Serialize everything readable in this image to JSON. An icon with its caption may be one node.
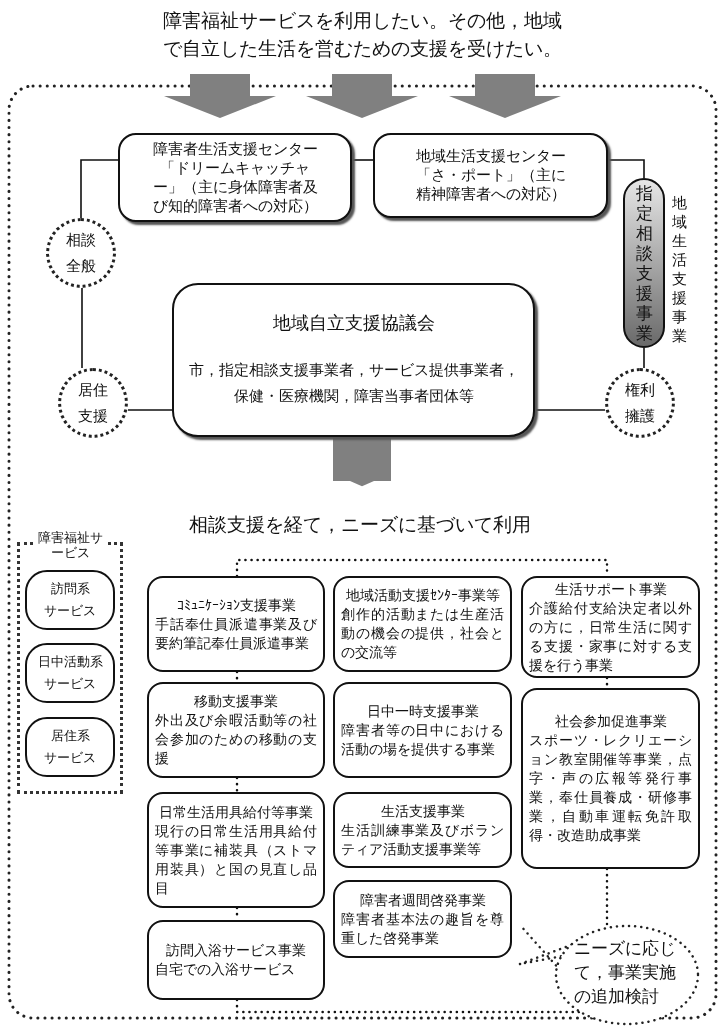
{
  "diagram": {
    "title": "障害福祉サービスを利用したい。その他，地域で自立した生活を営むための支援を受けたい。",
    "nodes": [
      {
        "text": [
          "障害者生活支援センター「ドリームキャッチャー」（主に身体障害者及び知的障害者への対応）"
        ]
      },
      {
        "text": [
          "地域生活支援センター「さ・ポート」（主に精神障害者への対応）"
        ]
      },
      {
        "text": [
          "指定相談支援事業"
        ],
        "beside": [
          "地域生活支援事業"
        ]
      },
      {
        "text": [
          "相談全般"
        ]
      },
      {
        "text": [
          "地域自立支援協議会",
          "市，指定相談支援事業者，サービス提供事業者，保健・医療機関，障害当事者団体等"
        ]
      },
      {
        "text": [
          "居住支援"
        ]
      },
      {
        "text": [
          "権利擁護"
        ]
      },
      {
        "text": [
          "相談支援を経て，ニーズに基づいて利用"
        ]
      },
      {
        "text": [
          "障害福祉サービス"
        ]
      },
      {
        "text": [
          "訪問系サービス"
        ],
        "in": 8
      },
      {
        "text": [
          "日中活動系サービス"
        ],
        "in": 8
      },
      {
        "text": [
          "居住系サービス"
        ],
        "in": 8
      },
      {
        "text": [
          "ｺﾐｭﾆｹｰｼｮﾝ支援事業",
          "手話奉仕員派遣事業及び要約筆記奉仕員派遣事業"
        ]
      },
      {
        "text": [
          "移動支援事業",
          "外出及び余暇活動等の社会参加のための移動の支援"
        ]
      },
      {
        "text": [
          "日常生活用具給付等事業",
          "現行の日常生活用具給付等事業に補装具（ストマ用装具）と国の見直し品目"
        ]
      },
      {
        "text": [
          "訪問入浴サービス事業",
          "自宅での入浴サービス"
        ]
      },
      {
        "text": [
          "地域活動支援ｾﾝﾀｰ事業等",
          "創作的活動または生産活動の機会の提供，社会との交流等"
        ]
      },
      {
        "text": [
          "日中一時支援事業",
          "障害者等の日中における活動の場を提供する事業"
        ]
      },
      {
        "text": [
          "生活支援事業",
          "生活訓練事業及びボランティア活動支援事業等"
        ]
      },
      {
        "text": [
          "障害者週間啓発事業",
          "障害者基本法の趣旨を尊重した啓発事業"
        ]
      },
      {
        "text": [
          "生活サポート事業",
          "介護給付支給決定者以外の方に，日常生活に関する支援・家事に対する支援を行う事業"
        ]
      },
      {
        "text": [
          "社会参加促進事業",
          "スポーツ・レクリエーション教室開催等事業，点字・声の広報等発行事業，奉仕員養成・研修事業，自動車運転免許取得・改造助成事業"
        ]
      },
      {
        "text": [
          "ニーズに応じて，事業実施の追加検討"
        ]
      }
    ],
    "edges": [
      {
        "from": 3,
        "to": 0,
        "arrow": "none"
      },
      {
        "from": 0,
        "to": 1,
        "arrow": "none"
      },
      {
        "from": 1,
        "to": 2,
        "arrow": "none"
      },
      {
        "from": 3,
        "to": 5,
        "arrow": "none"
      },
      {
        "from": 5,
        "to": 4,
        "arrow": "none"
      },
      {
        "from": 4,
        "to": 6,
        "arrow": "none"
      },
      {
        "from": 2,
        "to": 6,
        "arrow": "none"
      },
      {
        "from": 4,
        "to": 7,
        "arrow": "to",
        "style": "thick",
        "color": "#808080"
      },
      {
        "from": 12,
        "to": 20,
        "arrow": "none",
        "style": "dashed"
      },
      {
        "from": 12,
        "to": 13,
        "arrow": "none",
        "style": "dashed"
      },
      {
        "from": 13,
        "to": 14,
        "arrow": "none",
        "style": "dashed"
      },
      {
        "from": 14,
        "to": 15,
        "arrow": "none",
        "style": "dashed"
      },
      {
        "from": 20,
        "to": 21,
        "arrow": "none",
        "style": "dashed"
      },
      {
        "from": 21,
        "to": 22,
        "arrow": "none",
        "style": "dashed"
      },
      {
        "from": 15,
        "to": 22,
        "arrow": "none",
        "style": "dashed"
      }
    ]
  }
}
